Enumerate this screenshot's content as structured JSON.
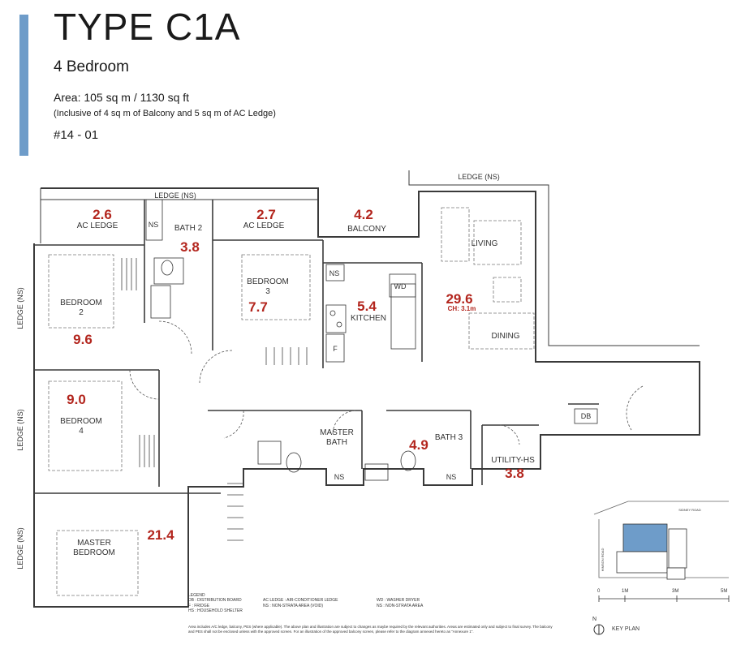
{
  "header": {
    "type_title": "TYPE C1A",
    "bedrooms": "4 Bedroom",
    "area": "Area: 105 sq m / 1130 sq ft",
    "inclusive": "(Inclusive of 4 sq m of Balcony and 5 sq m of AC Ledge)",
    "unit": "#14 - 01"
  },
  "rooms": {
    "ac_ledge_1": {
      "label": "AC LEDGE",
      "area": "2.6"
    },
    "bath_2": {
      "label": "BATH 2",
      "area": "3.8"
    },
    "ac_ledge_2": {
      "label": "AC LEDGE",
      "area": "2.7"
    },
    "balcony": {
      "label": "BALCONY",
      "area": "4.2"
    },
    "living": {
      "label": "LIVING",
      "area": "29.6",
      "ceiling": "CH: 3.1m"
    },
    "dining": {
      "label": "DINING"
    },
    "bedroom_2": {
      "label": "BEDROOM",
      "number": "2",
      "area": "9.6"
    },
    "bedroom_3": {
      "label": "BEDROOM",
      "number": "3",
      "area": "7.7"
    },
    "kitchen": {
      "label": "KITCHEN",
      "area": "5.4"
    },
    "bedroom_4": {
      "label": "BEDROOM",
      "number": "4",
      "area": "9.0"
    },
    "master_bath": {
      "label": "MASTER",
      "label2": "BATH"
    },
    "bath_3": {
      "label": "BATH 3",
      "area": "4.9"
    },
    "utility": {
      "label": "UTILITY-HS",
      "area": "3.8"
    },
    "master_bedroom": {
      "label": "MASTER",
      "label2": "BEDROOM",
      "area": "21.4"
    }
  },
  "ledges": {
    "top_left": "LEDGE (NS)",
    "top_right": "LEDGE (NS)",
    "left_1": "LEDGE (NS)",
    "left_2": "LEDGE (NS)",
    "left_3": "LEDGE (NS)"
  },
  "fixtures": {
    "ns_bath2": "NS",
    "ns_kitchen": "NS",
    "wd": "WD",
    "fridge": "F",
    "db": "DB",
    "ns_master_bath": "NS",
    "ns_bath3": "NS"
  },
  "legend": {
    "title": "LEGEND",
    "col1": [
      "DB : DISTRIBUTION BOARD",
      "F : FRIDGE",
      "HS : HOUSEHOLD SHELTER"
    ],
    "col2": [
      "AC LEDGE : AIR-CONDITIONER LEDGE",
      "NS : NON-STRATA AREA (VOID)"
    ],
    "col3": [
      "WD : WASHER DRYER",
      "NS : NON-STRATA AREA"
    ]
  },
  "footnote": "Area includes A/C ledge, balcony, PES (where applicable). The above plan and illustration are subject to changes as maybe required by the relevant authorities. Areas are estimated only and subject to final survey. The balcony and PES shall not be enclosed unless with the approved screen. For an illustration of the approved balcony screen, please refer to the diagram annexed hereto as \"Annexure 1\".",
  "scale": {
    "ticks": [
      "0",
      "1M",
      "3M",
      "5M"
    ]
  },
  "key_plan": {
    "label": "KEY PLAN",
    "north": "N",
    "road_top": "SIDNEY ROAD",
    "road_left": "HIMSON ROAD"
  },
  "colors": {
    "accent_bar": "#6e9cc9",
    "area_numbers": "#b3261e",
    "key_plan_highlight": "#6e9cc9"
  }
}
